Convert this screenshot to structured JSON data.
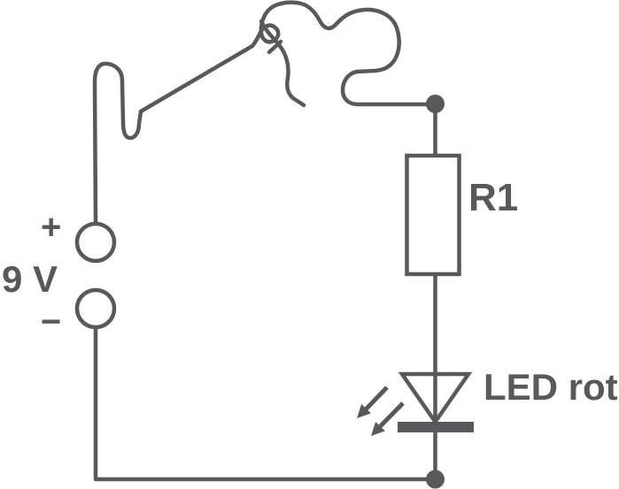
{
  "diagram": {
    "type": "circuit-schematic",
    "colors": {
      "stroke": "#58595b",
      "background": "#ffffff"
    },
    "labels": {
      "battery_plus": "+",
      "battery_voltage": "9 V",
      "battery_minus": "−",
      "resistor": "R1",
      "led": "LED rot"
    },
    "components": [
      {
        "id": "battery",
        "kind": "battery",
        "label": "9 V"
      },
      {
        "id": "R1",
        "kind": "resistor",
        "label": "R1"
      },
      {
        "id": "LED",
        "kind": "led",
        "label": "LED rot"
      }
    ]
  }
}
